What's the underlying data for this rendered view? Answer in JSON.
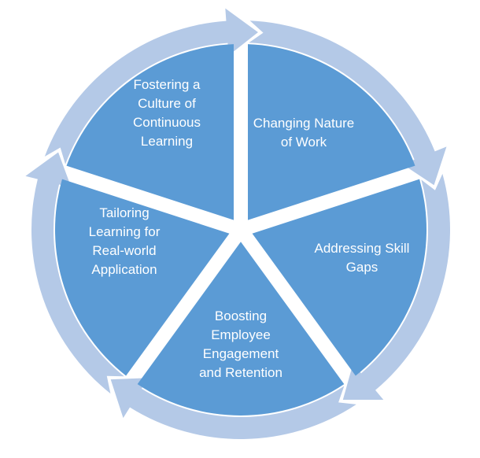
{
  "diagram": {
    "type": "cycle",
    "colors": {
      "segment_fill": "#5b9bd5",
      "arrow_ring": "#b4c9e7",
      "background": "#ffffff",
      "text": "#ffffff"
    },
    "segments": [
      {
        "id": "changing-nature-of-work",
        "lines": [
          "Changing Nature",
          "of Work"
        ]
      },
      {
        "id": "addressing-skill-gaps",
        "lines": [
          "Addressing Skill",
          "Gaps"
        ]
      },
      {
        "id": "boosting-employee-engagement",
        "lines": [
          "Boosting",
          "Employee",
          "Engagement",
          "and Retention"
        ]
      },
      {
        "id": "tailoring-learning",
        "lines": [
          "Tailoring",
          "Learning for",
          "Real-world",
          "Application"
        ]
      },
      {
        "id": "fostering-culture",
        "lines": [
          "Fostering a",
          "Culture of",
          "Continuous",
          "Learning"
        ]
      }
    ]
  }
}
